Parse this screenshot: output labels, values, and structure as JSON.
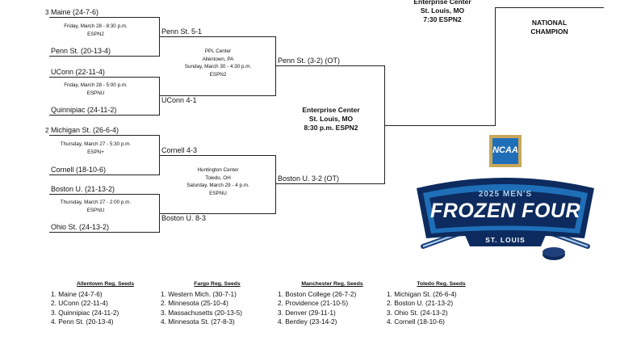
{
  "regional_round": [
    {
      "seed": "3",
      "top": "Maine (24-7-6)",
      "bottom": "Penn St. (20-13-4)",
      "info": [
        "Friday, March 28 - 8:30 p.m.",
        "ESPN2"
      ]
    },
    {
      "seed": "",
      "top": "UConn (22-11-4)",
      "bottom": "Quinnipiac (24-11-2)",
      "info": [
        "Friday, March 28 - 5:00 p.m.",
        "ESPNU"
      ]
    },
    {
      "seed": "2",
      "top": "Michigan St. (26-6-4)",
      "bottom": "Cornell (18-10-6)",
      "info": [
        "Thursday, March 27 - 5:30 p.m.",
        "ESPN+"
      ]
    },
    {
      "seed": "",
      "top": "Boston U. (21-13-2)",
      "bottom": "Ohio St. (24-13-2)",
      "info": [
        "Thursday, March 27 - 2:00 p.m.",
        "ESPNU"
      ]
    }
  ],
  "regional_final": [
    {
      "top": "Penn St. 5-1",
      "bottom": "UConn 4-1",
      "info": [
        "PPL Center",
        "Allentown, PA",
        "Sunday, March 30 - 4:30 p.m.",
        "ESPN2"
      ]
    },
    {
      "top": "Cornell 4-3",
      "bottom": "Boston U. 8-3",
      "info": [
        "Huntington Center",
        "Toledo, OH",
        "Saturday, March 29 - 4 p.m.",
        "ESPNU"
      ]
    }
  ],
  "semifinal": {
    "top": "Penn St. (3-2) (OT)",
    "bottom": "Boston U. 3-2 (OT)",
    "venue": [
      "Enterprise Center",
      "St. Louis, MO",
      "8:30 p.m.  ESPN2"
    ]
  },
  "final_venue": [
    "Enterprise Center",
    "St. Louis, MO",
    "7:30 ESPN2"
  ],
  "national_champion": [
    "NATIONAL",
    "CHAMPION"
  ],
  "logo": {
    "badge": "NCAA",
    "line1": "2025 MEN'S",
    "line2": "FROZEN FOUR",
    "line3": "ST. LOUIS",
    "colors": {
      "navy": "#0d2b5e",
      "blue": "#1f6fb8",
      "light": "#a9d4ef",
      "gold": "#c8a75a"
    }
  },
  "seeds": [
    {
      "title": "Allentown Reg. Seeds",
      "items": [
        "1. Maine (24-7-6)",
        "2. UConn (22-11-4)",
        "3. Quinnipiac (24-11-2)",
        "4. Penn St. (20-13-4)"
      ]
    },
    {
      "title": "Fargo Reg. Seeds",
      "items": [
        "1. Western Mich. (30-7-1)",
        "2. Minnesota (25-10-4)",
        "3. Massachusetts (20-13-5)",
        "4. Minnesota St. (27-8-3)"
      ]
    },
    {
      "title": "Manchester Reg. Seeds",
      "items": [
        "1. Boston College (26-7-2)",
        "2. Providence (21-10-5)",
        "3. Denver (29-11-1)",
        "4. Bentley (23-14-2)"
      ]
    },
    {
      "title": "Toledo Reg. Seeds",
      "items": [
        "1. Michigan St. (26-6-4)",
        "2. Boston U. (21-13-2)",
        "3. Ohio St. (24-13-2)",
        "4. Cornell (18-10-6)"
      ]
    }
  ]
}
